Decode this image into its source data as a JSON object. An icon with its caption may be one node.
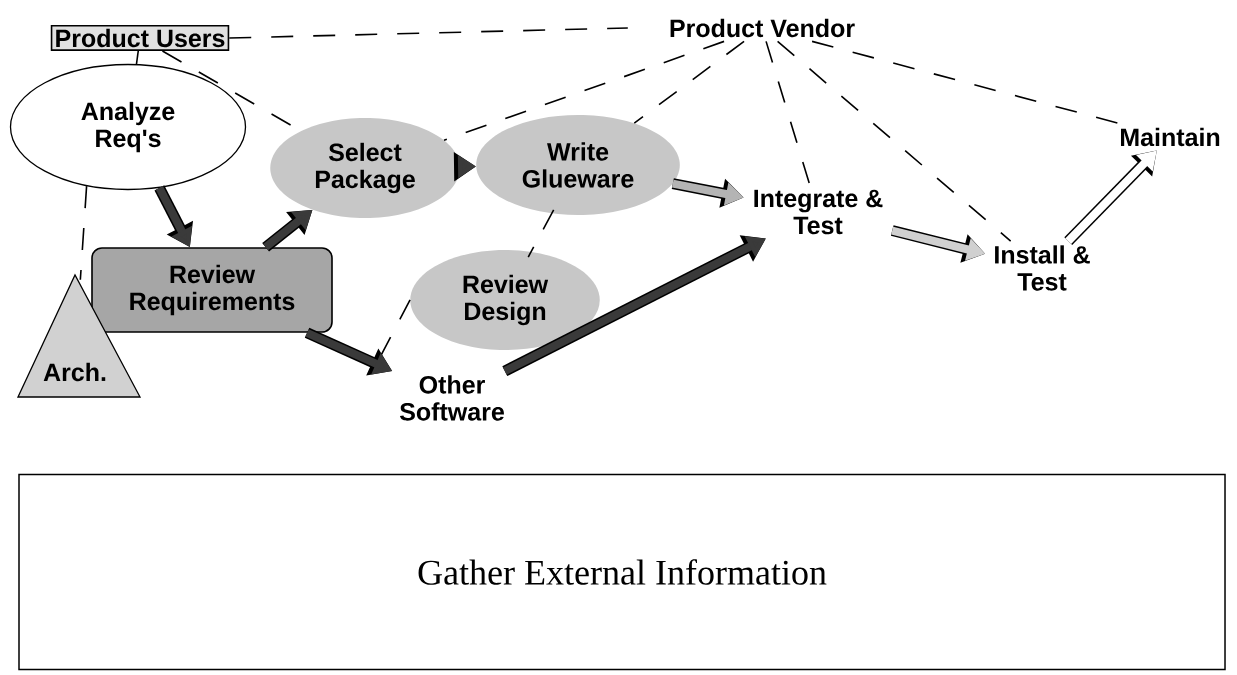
{
  "diagram": {
    "nodes": [
      {
        "text": [
          "Product Users"
        ]
      },
      {
        "text": [
          "Product Vendor"
        ]
      },
      {
        "text": [
          "Analyze Req's"
        ]
      },
      {
        "text": [
          "Select Package"
        ]
      },
      {
        "text": [
          "Write Glueware"
        ]
      },
      {
        "text": [
          "Review Requirements"
        ]
      },
      {
        "text": [
          "Arch."
        ]
      },
      {
        "text": [
          "Review Design"
        ]
      },
      {
        "text": [
          "Other Software"
        ]
      },
      {
        "text": [
          "Integrate & Test"
        ]
      },
      {
        "text": [
          "Install & Test"
        ]
      },
      {
        "text": [
          "Maintain"
        ]
      },
      {
        "text": [
          "Gather External Information"
        ]
      }
    ],
    "edges": [
      {
        "from": 0,
        "to": 1,
        "arrow": "none",
        "style": "dashed"
      },
      {
        "from": 0,
        "to": 2,
        "arrow": "none",
        "style": "dashed"
      },
      {
        "from": 0,
        "to": 3,
        "arrow": "none",
        "style": "dashed"
      },
      {
        "from": 1,
        "to": 3,
        "arrow": "none",
        "style": "dashed"
      },
      {
        "from": 1,
        "to": 4,
        "arrow": "none",
        "style": "dashed"
      },
      {
        "from": 1,
        "to": 9,
        "arrow": "none",
        "style": "dashed"
      },
      {
        "from": 1,
        "to": 10,
        "arrow": "none",
        "style": "dashed"
      },
      {
        "from": 1,
        "to": 11,
        "arrow": "none",
        "style": "dashed"
      },
      {
        "from": 2,
        "to": 6,
        "arrow": "none",
        "style": "dashed"
      },
      {
        "from": 4,
        "to": 7,
        "arrow": "none",
        "style": "dashed"
      },
      {
        "from": 7,
        "to": 8,
        "arrow": "none",
        "style": "dashed"
      },
      {
        "from": 2,
        "to": 5,
        "arrow": "to",
        "style": "thick"
      },
      {
        "from": 5,
        "to": 3,
        "arrow": "to",
        "style": "thick"
      },
      {
        "from": 5,
        "to": 8,
        "arrow": "to",
        "style": "thick"
      },
      {
        "from": 3,
        "to": 4,
        "arrow": "to",
        "style": "thick"
      },
      {
        "from": 4,
        "to": 9,
        "arrow": "to",
        "style": "thick",
        "color": "#b4b4b4"
      },
      {
        "from": 8,
        "to": 9,
        "arrow": "to",
        "style": "thick"
      },
      {
        "from": 9,
        "to": 10,
        "arrow": "to",
        "style": "thick",
        "color": "#d0d0d0"
      },
      {
        "from": 10,
        "to": 11,
        "arrow": "to",
        "style": "thick",
        "color": "#ffffff"
      }
    ]
  }
}
